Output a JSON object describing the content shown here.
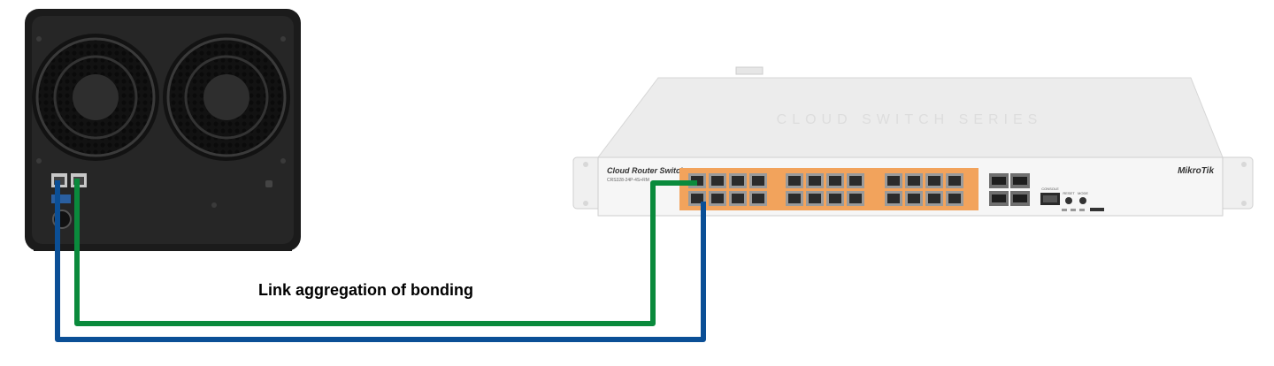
{
  "caption": "Link aggregation of bonding",
  "switch": {
    "title": "Cloud Router Switch",
    "model": "CRS328-24P-4S+RM",
    "brand": "MikroTik",
    "watermark": "CLOUD SWITCH SERIES",
    "console_label": "CONSOLE",
    "reset_label": "RESET",
    "mode_label": "MODE",
    "port_groups": 3,
    "ports_per_group": 8,
    "sfp_ports": 4
  },
  "nas": {
    "lan_ports": 2,
    "fans": 2
  },
  "colors": {
    "cable_1": "#0a8a3c",
    "cable_2": "#0b4f96",
    "switch_body": "#f3f3f3",
    "port_panel": "#f2a35c",
    "nas_body": "#1b1b1b"
  }
}
